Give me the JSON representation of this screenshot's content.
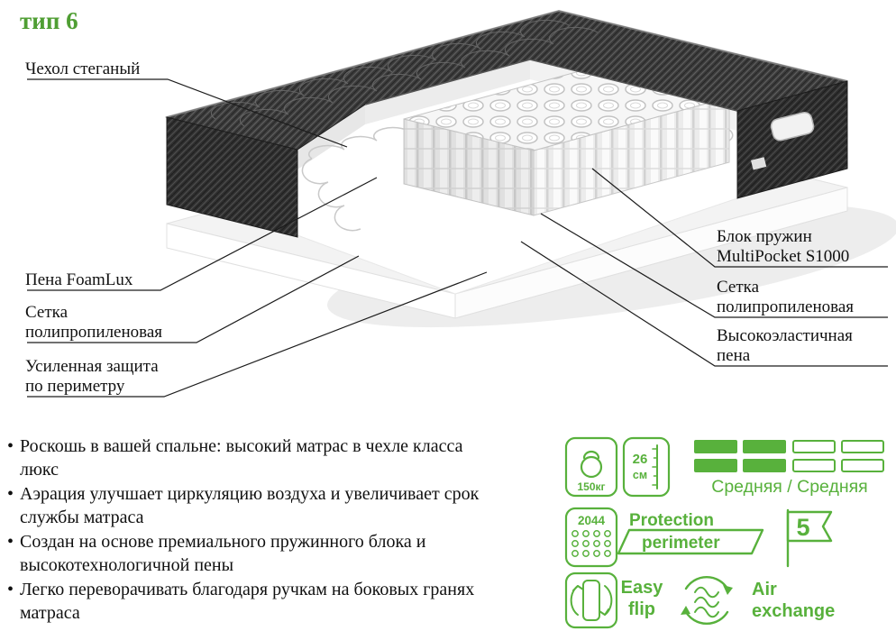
{
  "title": "тип 6",
  "accent": "#58b13c",
  "diagram": {
    "labels": {
      "cover": "Чехол стеганый",
      "foam": "Пена FoamLux",
      "mesh_left": [
        "Сетка",
        "полипропиленовая"
      ],
      "perimeter": [
        "Усиленная защита",
        "по периметру"
      ],
      "springs": [
        "Блок пружин",
        "MultiPocket S1000"
      ],
      "mesh_right": [
        "Сетка",
        "полипропиленовая"
      ],
      "elastic_foam": [
        "Высокоэластичная",
        "пена"
      ]
    }
  },
  "features": [
    "Роскошь в вашей спальне: высокий матрас в чехле класса люкс",
    "Аэрация улучшает циркуляцию воздуха и увеличивает срок службы матраса",
    "Создан на основе премиального пружинного блока и высокотехнологичной пены",
    "Легко переворачивать благодаря ручкам на боковых гранях матраса"
  ],
  "specs": {
    "max_weight": "150кг",
    "height_value": "26",
    "height_unit": "см",
    "springs_count": "2044",
    "firmness": "Средняя / Средняя",
    "protection": [
      "Protection",
      "perimeter"
    ],
    "warranty_years": "5",
    "easy_flip": [
      "Easy",
      "flip"
    ],
    "air_exchange": [
      "Air",
      "exchange"
    ]
  }
}
